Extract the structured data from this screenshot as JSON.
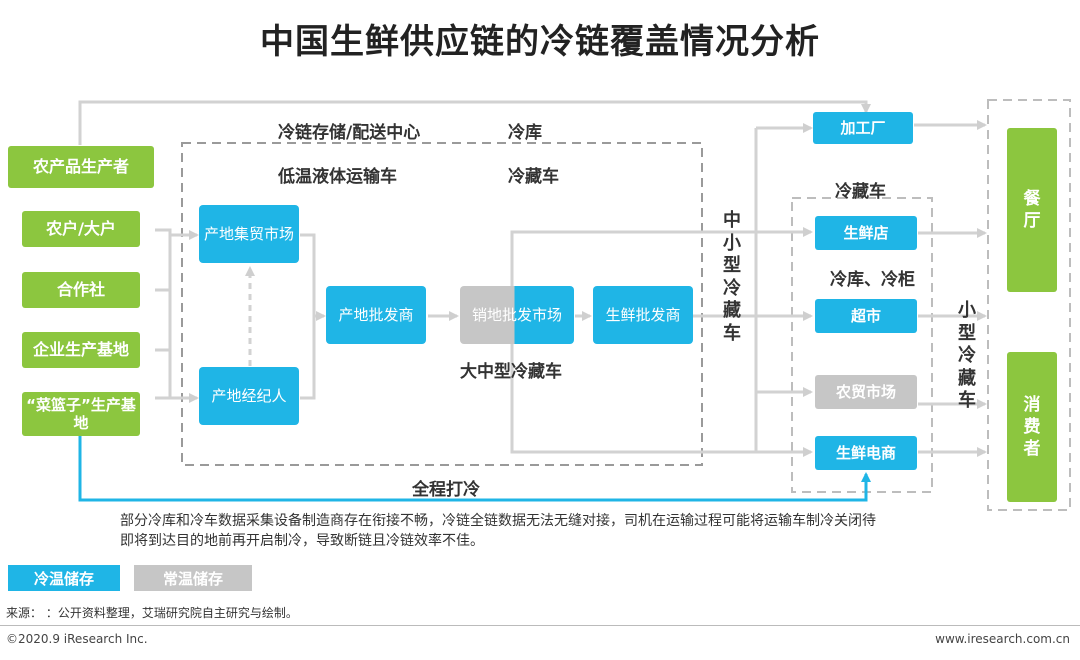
{
  "title": "中国生鲜供应链的冷链覆盖情况分析",
  "sources": [
    "农产品生产者",
    "农户/大户",
    "合作社",
    "企业生产基地",
    "“菜篮子”生产基地"
  ],
  "nodes": {
    "origin_market": "产地集贸市场",
    "origin_broker": "产地经纪人",
    "origin_wholesale": "产地批发商",
    "sales_market": "销地批发市场",
    "fresh_wholesale": "生鲜批发商",
    "processing": "加工厂",
    "fresh_store": "生鲜店",
    "supermarket": "超市",
    "farmers_market": "农贸市场",
    "fresh_ecommerce": "生鲜电商",
    "restaurant": "餐厅",
    "consumer": "消费者"
  },
  "labels": {
    "storage_center": "冷链存储/配送中心",
    "cold_storage": "冷库",
    "liquid_truck": "低温液体运输车",
    "reefer_truck": "冷藏车",
    "mid_large_truck": "大中型冷藏车",
    "mid_small_truck": "中小型冷藏车",
    "retail_truck": "冷藏车",
    "cold_cabinet": "冷库、冷柜",
    "small_truck": "小型冷藏车",
    "full_chain": "全程打冷"
  },
  "note": "部分冷库和冷车数据采集设备制造商存在衔接不畅，冷链全链数据无法无缝对接，司机在运输过程可能将运输车制冷关闭待即将到达目的地前再开启制冷，导致断链且冷链效率不佳。",
  "legend": {
    "cold": "冷温储存",
    "normal": "常温储存"
  },
  "source_text": "来源：  ：公开资料整理，艾瑞研究院自主研究与绘制。",
  "copyright": "©2020.9 iResearch Inc.",
  "website": "www.iresearch.com.cn",
  "colors": {
    "green": "#8cc63f",
    "blue": "#1fb5e6",
    "gray": "#c6c6c6",
    "line": "#d2d2d2"
  }
}
